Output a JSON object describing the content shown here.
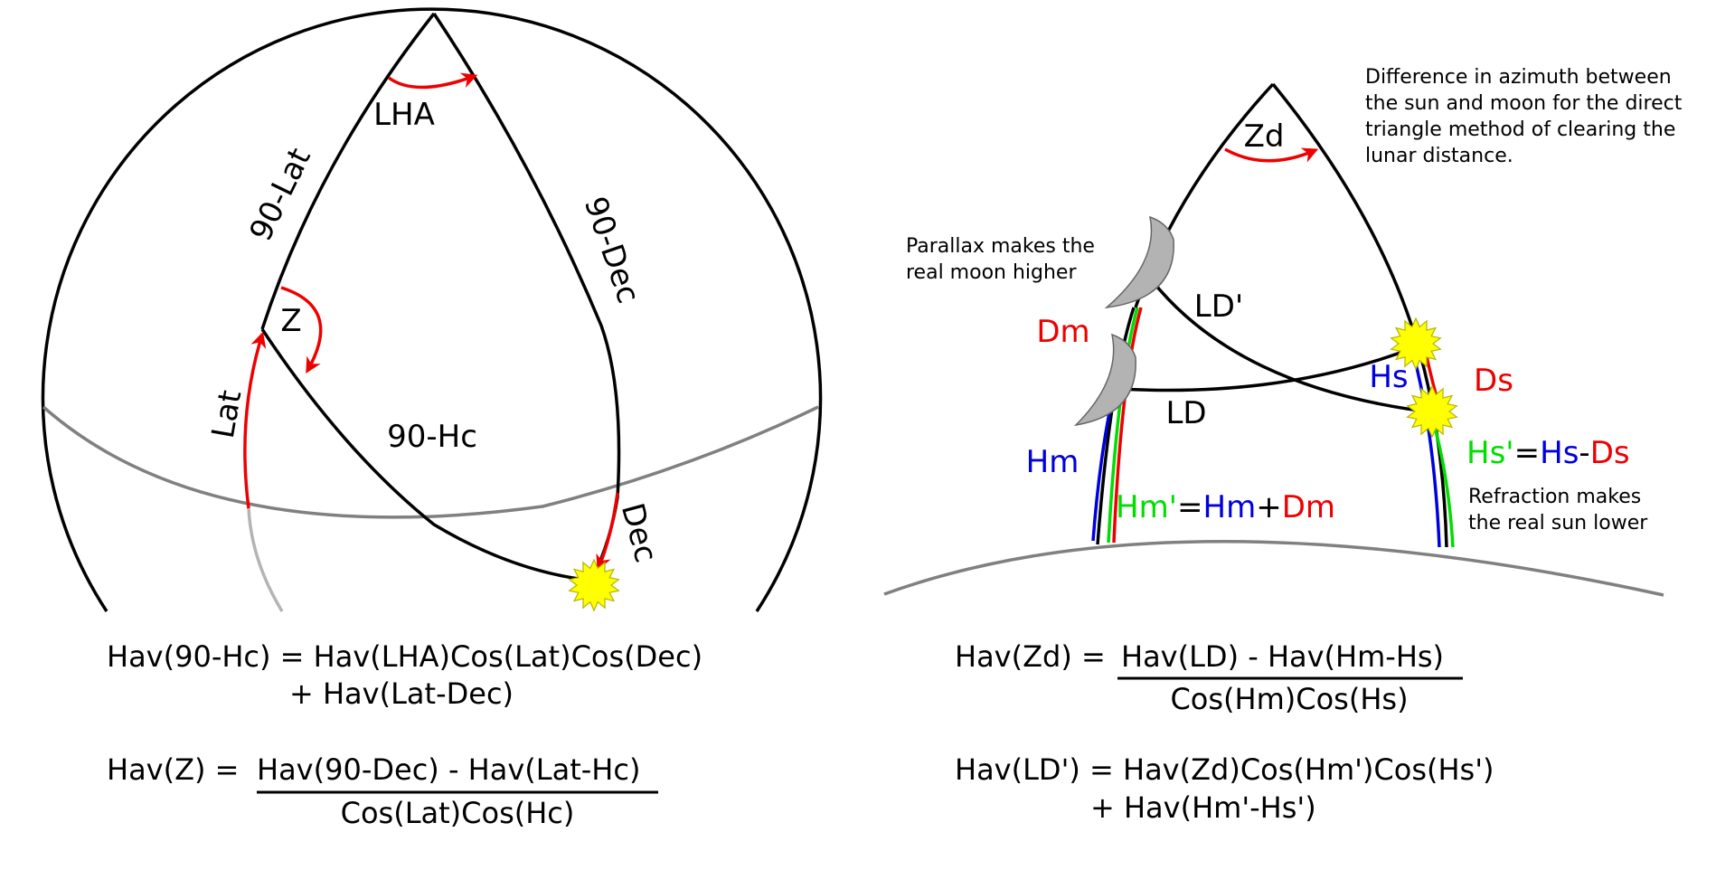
{
  "left_diagram": {
    "labels": {
      "lha": "LHA",
      "lat_complement": "90-Lat",
      "dec_complement": "90-Dec",
      "zenith_angle": "Z",
      "lat": "Lat",
      "hc_complement": "90-Hc",
      "dec": "Dec"
    },
    "formulas": {
      "f1_main": "Hav(90-Hc) = Hav(LHA)Cos(Lat)Cos(Dec)",
      "f1_cont": "+ Hav(Lat-Dec)",
      "f2_prefix": "Hav(Z) =",
      "f2_numerator": "Hav(90-Dec) - Hav(Lat-Hc)",
      "f2_denominator": "Cos(Lat)Cos(Hc)"
    }
  },
  "right_diagram": {
    "labels": {
      "zd": "Zd",
      "ld_prime": "LD'",
      "ld": "LD",
      "dm": "Dm",
      "hm": "Hm",
      "hs": "Hs",
      "ds": "Ds",
      "hm_prime_eq": {
        "a": "Hm'",
        "eq": "=",
        "b": "Hm",
        "op": "+",
        "c": "Dm"
      },
      "hs_prime_eq": {
        "a": "Hs'",
        "eq": "=",
        "b": "Hs",
        "op": "-",
        "c": "Ds"
      }
    },
    "notes": {
      "azimuth": [
        "Difference in azimuth between",
        "the sun and moon for the direct",
        "triangle method of clearing the",
        "lunar distance."
      ],
      "parallax": [
        "Parallax makes the",
        "real moon higher"
      ],
      "refraction": [
        "Refraction makes",
        "the real sun lower"
      ]
    },
    "formulas": {
      "f3_prefix": "Hav(Zd) =",
      "f3_numerator": "Hav(LD) - Hav(Hm-Hs)",
      "f3_denominator": "Cos(Hm)Cos(Hs)",
      "f4_main": "Hav(LD') = Hav(Zd)Cos(Hm')Cos(Hs')",
      "f4_cont": "+ Hav(Hm'-Hs')"
    }
  },
  "colors": {
    "line": "#000000",
    "arrow": "#ee0000",
    "red_text": "#ee0000",
    "blue": "#0000dd",
    "green": "#00dd00",
    "horizon": "#808080",
    "hidden_line": "#b4b4b4",
    "sun_fill": "#ffff00",
    "moon_fill": "#b3b3b3"
  }
}
